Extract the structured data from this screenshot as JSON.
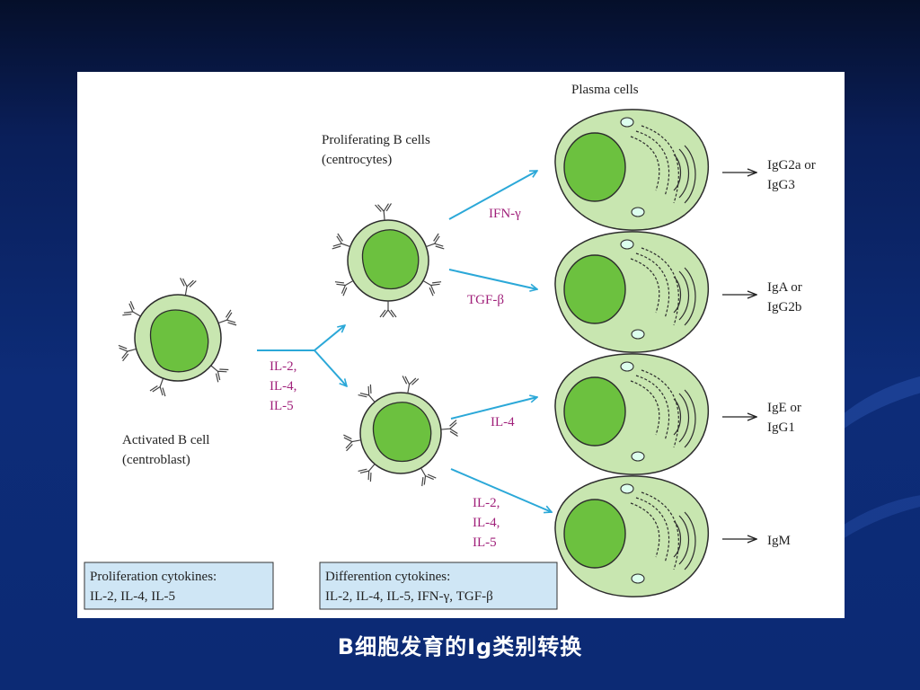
{
  "diagram": {
    "plasma_title": "Plasma cells",
    "activated": [
      "Activated B cell",
      "(centroblast)"
    ],
    "proliferating": [
      "Proliferating B cells",
      "(centrocytes)"
    ],
    "cytokine_prolif": [
      "IL-2,",
      "IL-4,",
      "IL-5"
    ],
    "cytokine_ifn": "IFN-γ",
    "cytokine_tgf": "TGF-β",
    "cytokine_il4": "IL-4",
    "cytokine_diff": [
      "IL-2,",
      "IL-4,",
      "IL-5"
    ],
    "outputs": [
      [
        "IgG2a or",
        "IgG3"
      ],
      [
        "IgA or",
        "IgG2b"
      ],
      [
        "IgE or",
        "IgG1"
      ],
      [
        "IgM"
      ]
    ],
    "box_proliferation": [
      "Proliferation cytokines:",
      "IL-2, IL-4, IL-5"
    ],
    "box_differentiation": [
      "Differention cytokines:",
      "IL-2, IL-4, IL-5, IFN-γ, TGF-β"
    ]
  },
  "caption": "B细胞发育的Ig类别转换",
  "colors": {
    "cell_outer": "#c8e6b0",
    "cell_nucleus": "#6cc13f",
    "arrow_blue": "#2ba8d8",
    "cytokine": "#a0207a",
    "box_fill": "#cfe6f5"
  }
}
